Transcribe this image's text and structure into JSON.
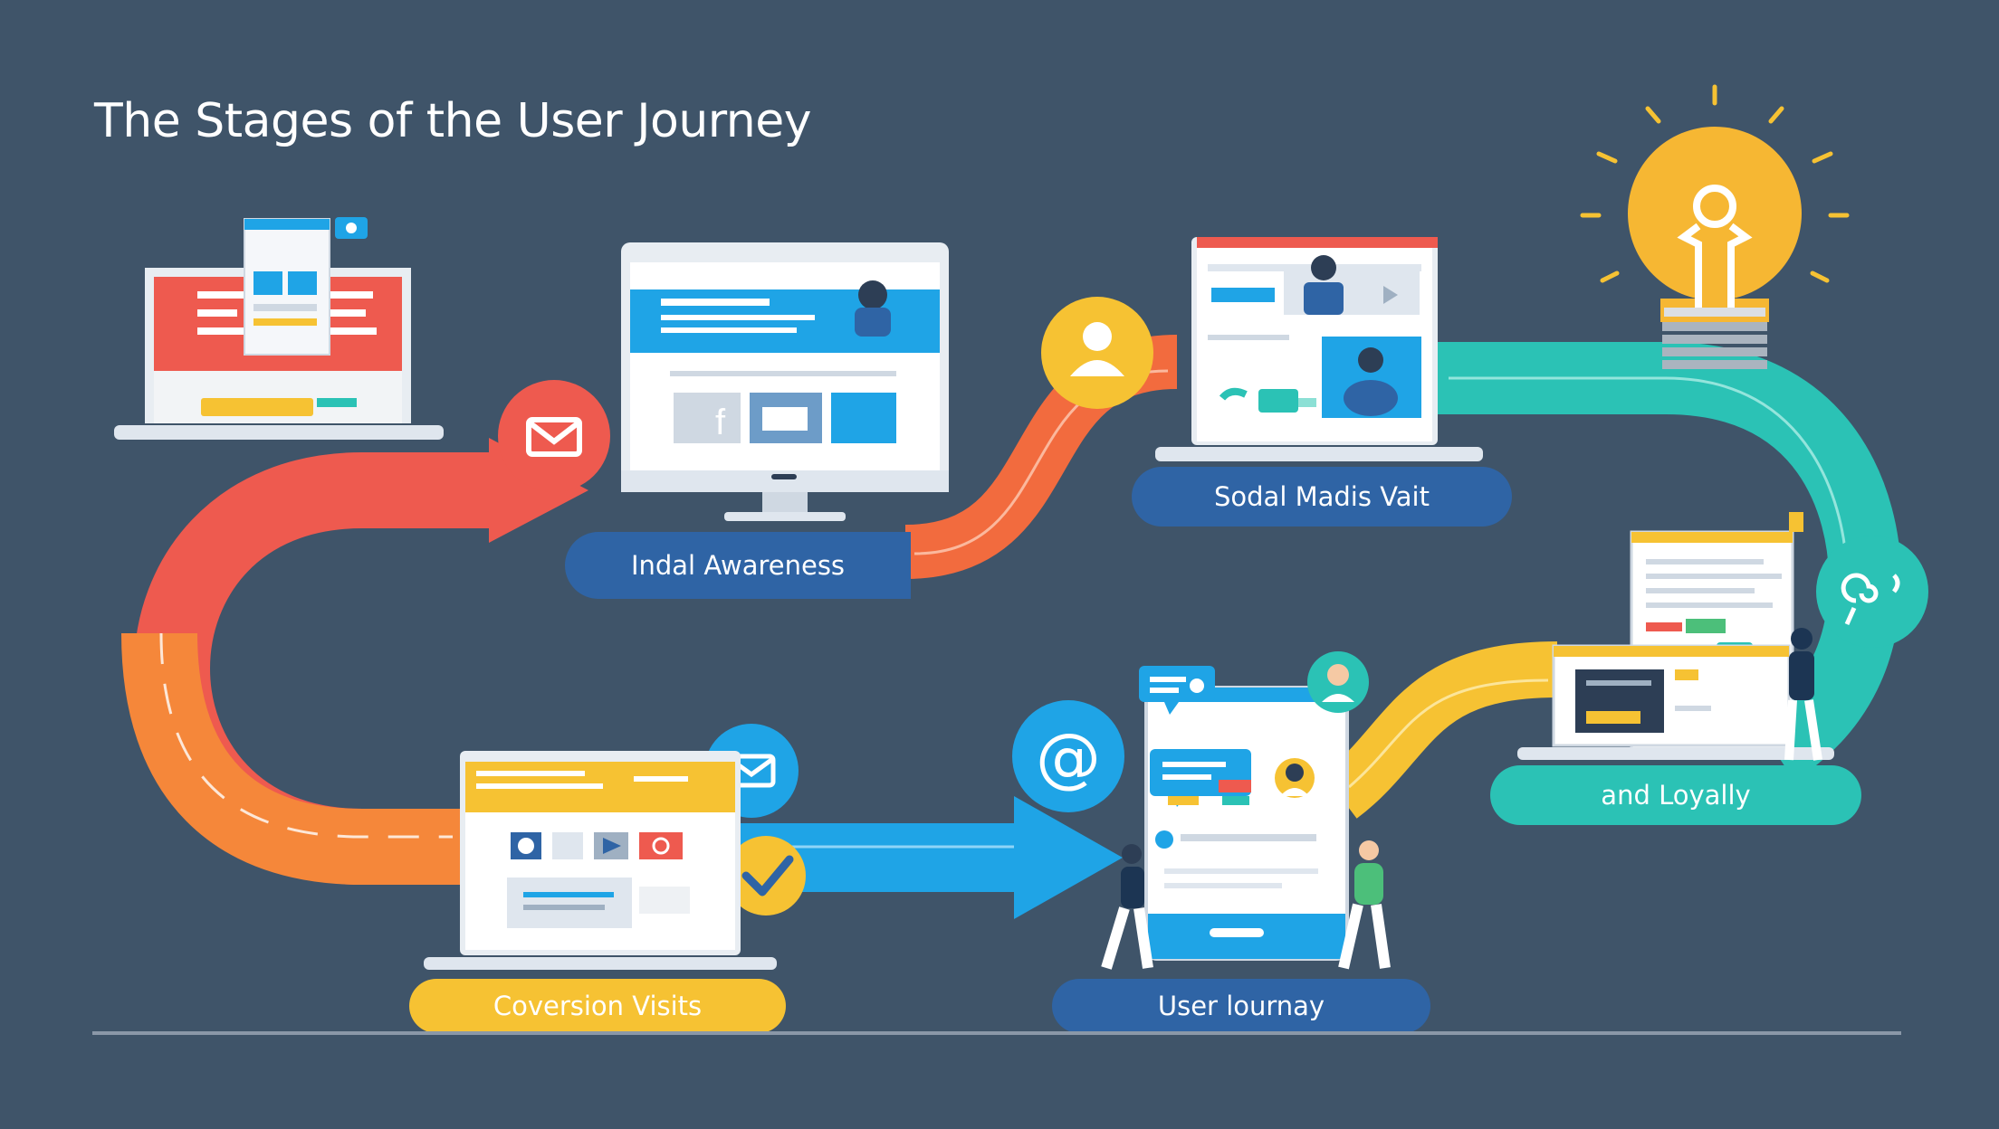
{
  "title": "The Stages of the User Journey",
  "stages": {
    "awareness": "Indal Awareness",
    "social": "Sodal Madis Vait",
    "loyalty": "and Loyally",
    "journey": "User lournay",
    "conversion": "Coversion Visits"
  },
  "icons": {
    "at_sign": "@",
    "facebook_letter": "f"
  },
  "colors": {
    "background": "#3f5469",
    "red": "#ee5a4f",
    "orange": "#f5873a",
    "yellow": "#f6c233",
    "teal": "#2bc2b5",
    "blue": "#1fa4e6",
    "navy_pill": "#2f64a5"
  }
}
